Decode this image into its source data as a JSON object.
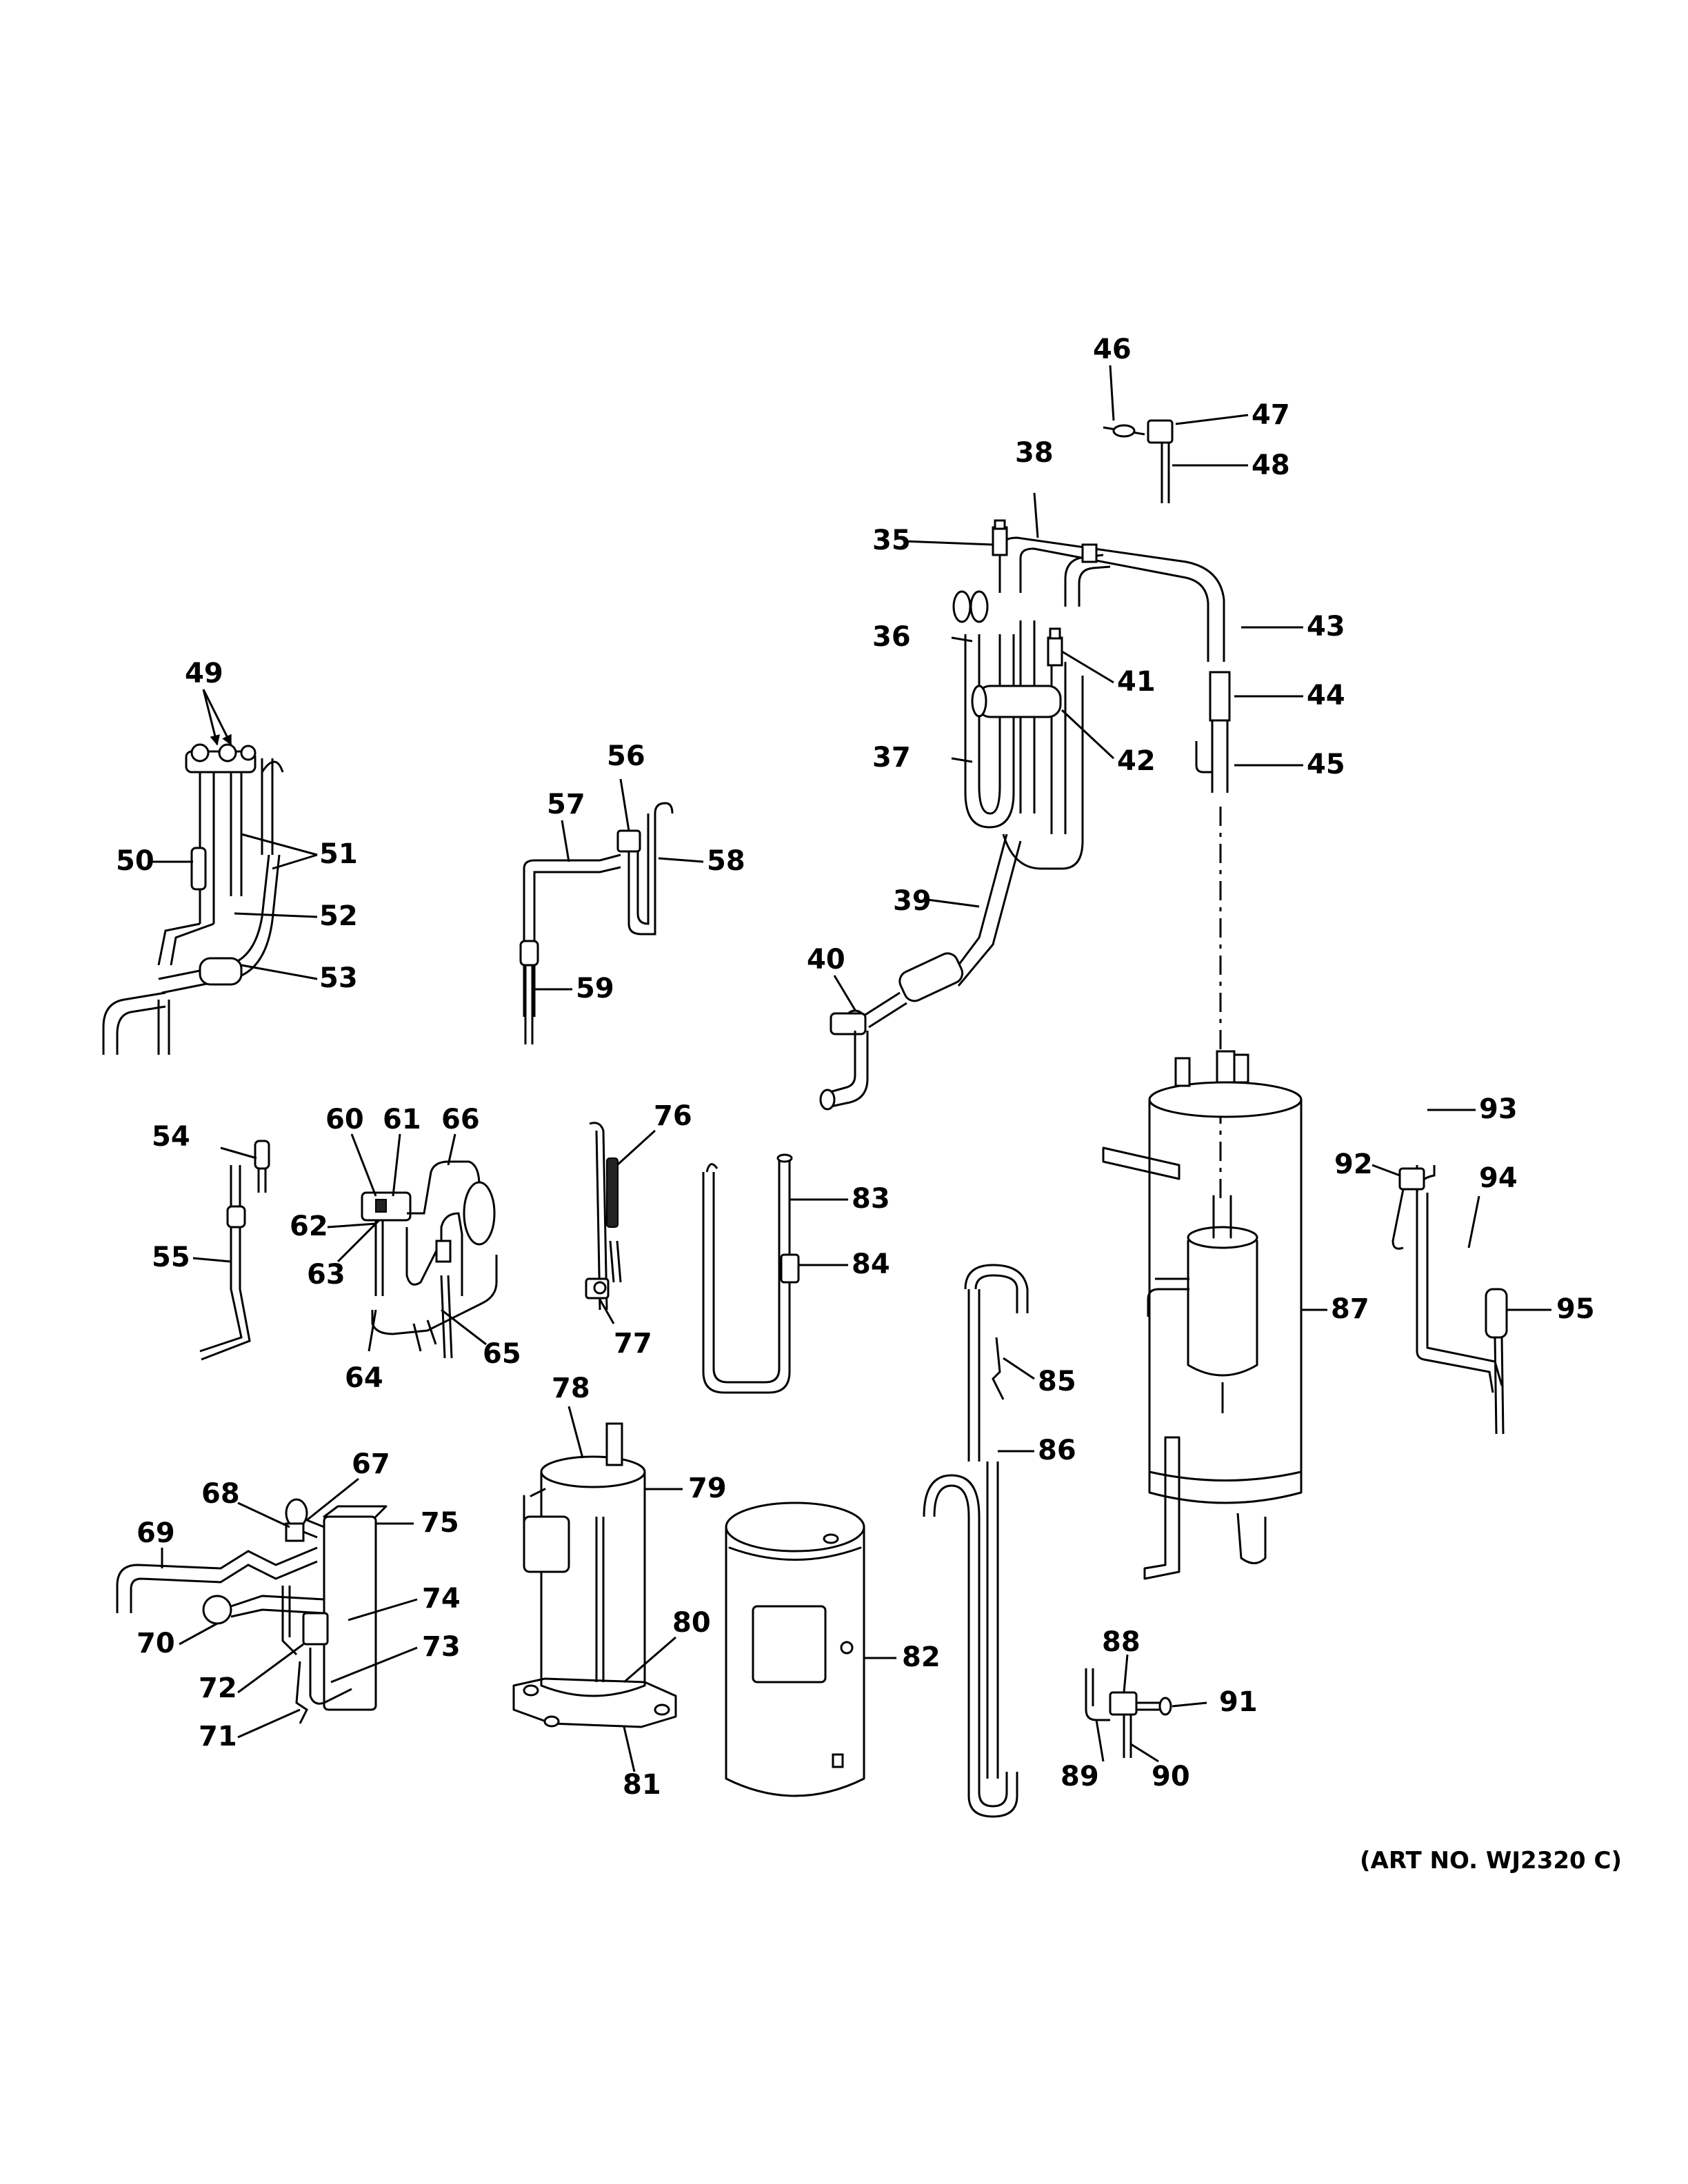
{
  "art_number": "(ART NO. WJ2320 C)",
  "callouts": [
    "35",
    "36",
    "37",
    "38",
    "39",
    "40",
    "41",
    "42",
    "43",
    "44",
    "45",
    "46",
    "47",
    "48",
    "49",
    "50",
    "51",
    "52",
    "53",
    "54",
    "55",
    "56",
    "57",
    "58",
    "59",
    "60",
    "61",
    "62",
    "63",
    "64",
    "65",
    "66",
    "67",
    "68",
    "69",
    "70",
    "71",
    "72",
    "73",
    "74",
    "75",
    "76",
    "77",
    "78",
    "79",
    "80",
    "81",
    "82",
    "83",
    "84",
    "85",
    "86",
    "87",
    "88",
    "89",
    "90",
    "91",
    "92",
    "93",
    "94",
    "95"
  ]
}
